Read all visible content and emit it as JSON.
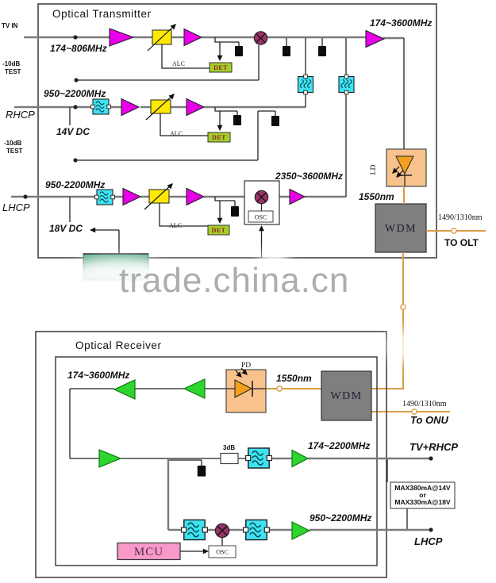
{
  "watermark": {
    "text": "trade.china.cn"
  },
  "colors": {
    "amp_magenta": "#e800e8",
    "amp_green": "#2fd52f",
    "filter_cyan": "#3fe3f2",
    "attenuator_yellow": "#ffe900",
    "det_green": "#a6ce2b",
    "mixer_maroon": "#9c3368",
    "diode_orange": "#f2a01d",
    "module_orange": "#f8c28c",
    "wdm_gray": "#7f7f7f",
    "mcu_pink": "#f79aca",
    "fiber_orange": "#db9c43",
    "dc_box_green": "#57a981"
  },
  "transmitter": {
    "title": "Optical Transmitter",
    "tv": {
      "port": "TV IN",
      "freq": "174~806MHz"
    },
    "test": {
      "line1": "-10dB",
      "line2": "TEST"
    },
    "rhcp": {
      "port": "RHCP",
      "freq": "950~2200MHz",
      "dc": "14V DC"
    },
    "lhcp": {
      "port": "LHCP",
      "freq": "950-2200MHz",
      "dc": "18V DC"
    },
    "upconv": {
      "freq": "2350~3600MHz",
      "osc": "OSC"
    },
    "combined_freq": "174~3600MHz",
    "alc": "ALC",
    "det": "DET",
    "ld": "LD",
    "wdm": "WDM",
    "wavelength": "1550nm",
    "duplex_wavelength": "1490/1310nm",
    "to_olt": "TO OLT"
  },
  "receiver": {
    "title": "Optical Receiver",
    "input_freq": "174~3600MHz",
    "pd": "PD",
    "wdm": "WDM",
    "wavelength": "1550nm",
    "duplex_wavelength": "1490/1310nm",
    "to_onu": "To ONU",
    "splitter": "3dB",
    "tv_rhcp": {
      "freq": "174~2200MHz",
      "out": "TV+RHCP"
    },
    "lhcp": {
      "freq": "950~2200MHz",
      "out": "LHCP"
    },
    "power": {
      "line1": "MAX380mA@14V",
      "line2": "or",
      "line3": "MAX330mA@18V"
    },
    "mcu": "MCU",
    "osc": "OSC"
  }
}
